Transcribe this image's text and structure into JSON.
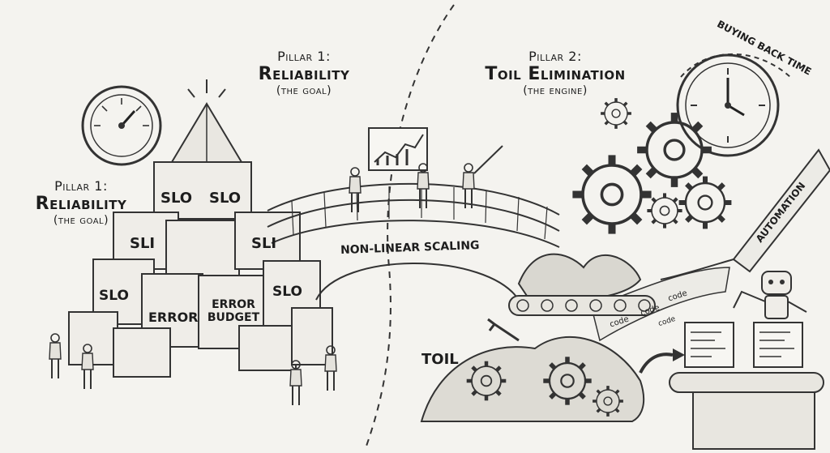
{
  "pillar_1_top": {
    "kicker": "Pillar 1:",
    "title": "Reliability",
    "subtitle": "(the goal)"
  },
  "pillar_2_top": {
    "kicker": "Pillar 2:",
    "title": "Toil Elimination",
    "subtitle": "(the engine)"
  },
  "pillar_1_side": {
    "kicker": "Pillar 1:",
    "title": "Reliability",
    "subtitle": "(the goal)"
  },
  "bridge_label": "NON-LINEAR SCALING",
  "buying_back_time": "BUYING BACK TIME",
  "automation_label": "AUTOMATION",
  "toil_label": "TOIL",
  "code_stream": [
    "code",
    "code",
    "code",
    "code"
  ],
  "pyramid_blocks": {
    "slo_top_left": "SLO",
    "slo_top_right": "SLO",
    "sli_left": "SLI",
    "sli_right": "SLI",
    "slo_mid_left": "SLO",
    "error": "ERROR",
    "error_budget": "ERROR BUDGET",
    "slo_mid_right": "SLO"
  },
  "icons": [
    "speedometer-icon",
    "clock-icon",
    "gear-icon",
    "robot-icon",
    "robot-arm-icon",
    "chart-icon",
    "arrow-icon"
  ]
}
